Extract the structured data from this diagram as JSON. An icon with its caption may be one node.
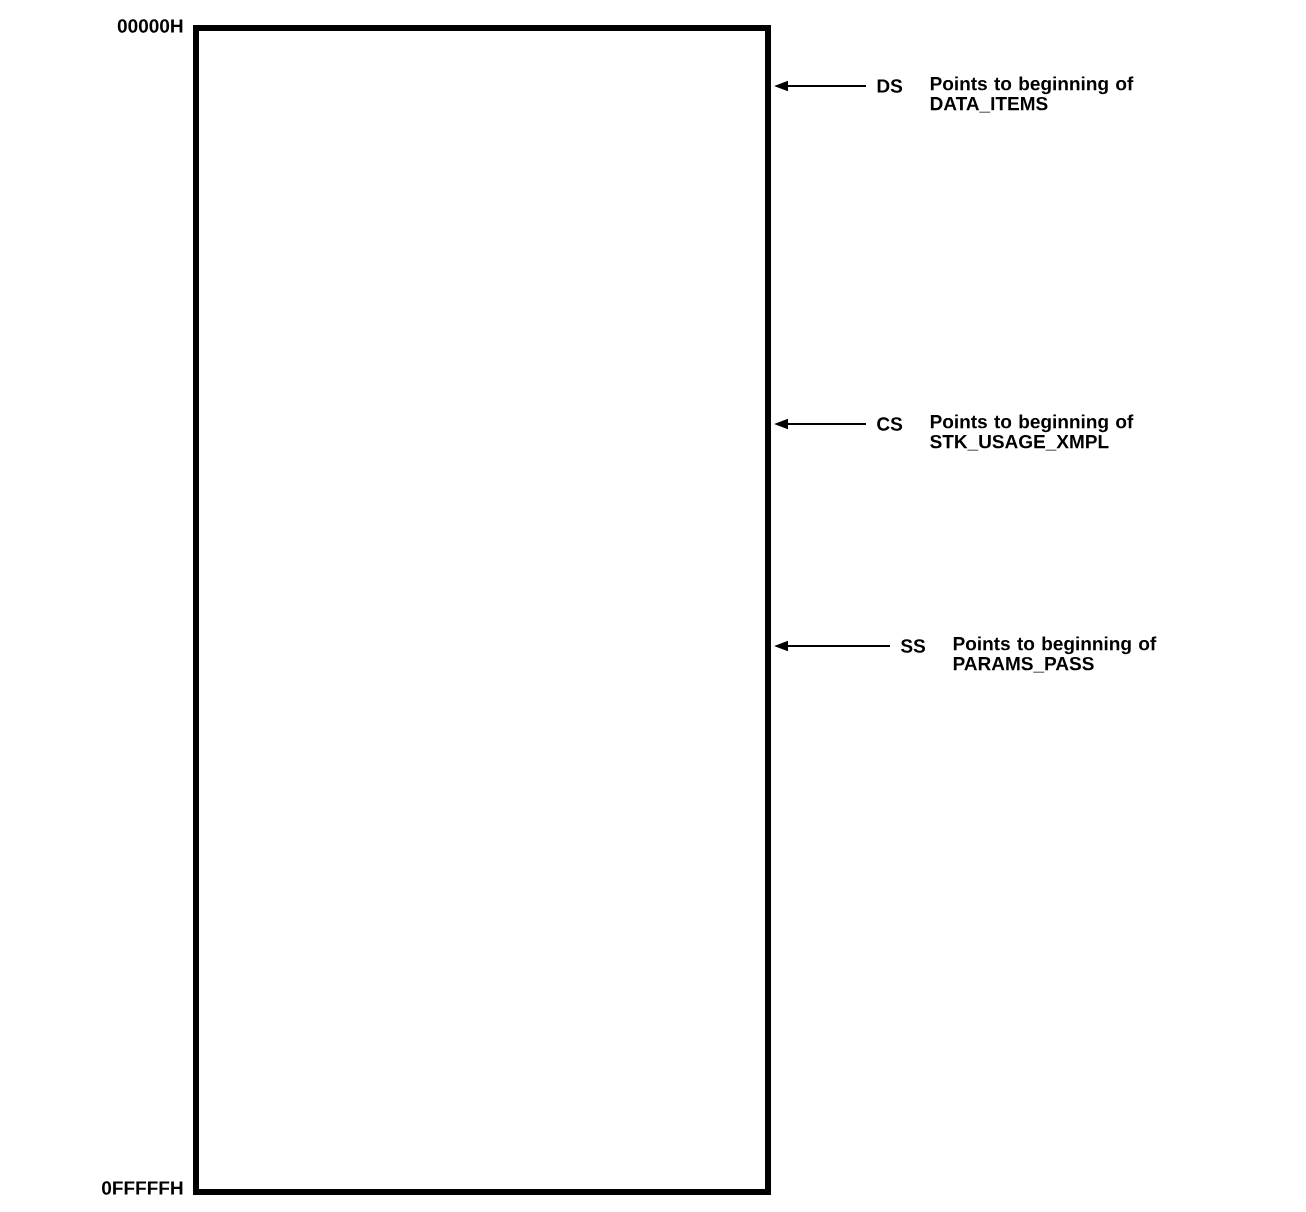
{
  "diagram": {
    "nodes": [
      {
        "text": [],
        "shape": "box"
      },
      {
        "text": [
          "DS"
        ],
        "beside": [
          "Points to beginning of DATA_ITEMS"
        ]
      },
      {
        "text": [
          "CS"
        ],
        "beside": [
          "Points to beginning of STK_USAGE_XMPL"
        ]
      },
      {
        "text": [
          "SS"
        ],
        "beside": [
          "Points to beginning of PARAMS_PASS"
        ]
      }
    ],
    "edges": [
      {
        "from": 1,
        "to": 0,
        "arrow": "to"
      },
      {
        "from": 2,
        "to": 0,
        "arrow": "to"
      },
      {
        "from": 3,
        "to": 0,
        "arrow": "to"
      }
    ],
    "labels": [
      "00000H",
      "0FFFFFH"
    ]
  }
}
